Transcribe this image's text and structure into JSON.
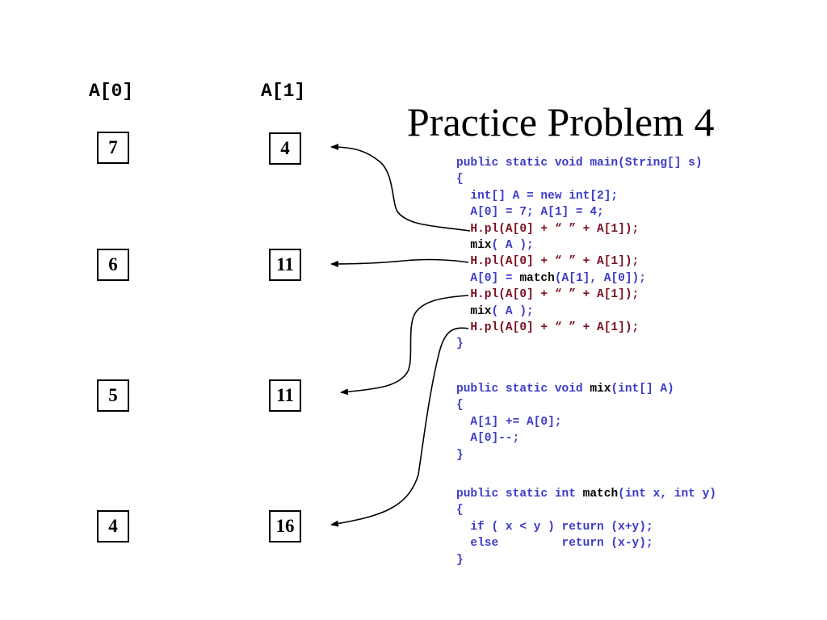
{
  "columns": {
    "a0": "A[0]",
    "a1": "A[1]"
  },
  "rows": [
    {
      "a0": "7",
      "a1": "4"
    },
    {
      "a0": "6",
      "a1": "11"
    },
    {
      "a0": "5",
      "a1": "11"
    },
    {
      "a0": "4",
      "a1": "16"
    }
  ],
  "title": "Practice Problem 4",
  "code": {
    "main": [
      [
        {
          "t": "public static void main(String[] s)"
        }
      ],
      [
        {
          "t": "{"
        }
      ],
      [
        {
          "t": "  int[] A = new int[2];"
        }
      ],
      [
        {
          "t": "  A[0] = 7; A[1] = 4;"
        }
      ],
      [
        {
          "t": "  "
        },
        {
          "t": "H.pl(A[0] + “ ” + A[1]);",
          "c": "hl"
        }
      ],
      [
        {
          "t": "  "
        },
        {
          "t": "mix",
          "c": "blk"
        },
        {
          "t": "( A );"
        }
      ],
      [
        {
          "t": "  "
        },
        {
          "t": "H.pl(A[0] + “ ” + A[1]);",
          "c": "hl"
        }
      ],
      [
        {
          "t": "  A[0] = "
        },
        {
          "t": "match",
          "c": "blk"
        },
        {
          "t": "(A[1], A[0]);"
        }
      ],
      [
        {
          "t": "  "
        },
        {
          "t": "H.pl(A[0] + “ ” + A[1]);",
          "c": "hl"
        }
      ],
      [
        {
          "t": "  "
        },
        {
          "t": "mix",
          "c": "blk"
        },
        {
          "t": "( A );"
        }
      ],
      [
        {
          "t": "  "
        },
        {
          "t": "H.pl(A[0] + “ ” + A[1]);",
          "c": "hl"
        }
      ],
      [
        {
          "t": "}"
        }
      ]
    ],
    "mix": [
      [
        {
          "t": "public static void "
        },
        {
          "t": "mix",
          "c": "blk"
        },
        {
          "t": "(int[] A)"
        }
      ],
      [
        {
          "t": "{"
        }
      ],
      [
        {
          "t": "  A[1] += A[0];"
        }
      ],
      [
        {
          "t": "  A[0]--;"
        }
      ],
      [
        {
          "t": "}"
        }
      ]
    ],
    "match": [
      [
        {
          "t": "public static int "
        },
        {
          "t": "match",
          "c": "blk"
        },
        {
          "t": "(int x, int y)"
        }
      ],
      [
        {
          "t": "{"
        }
      ],
      [
        {
          "t": "  if ( x < y ) return (x+y);"
        }
      ],
      [
        {
          "t": "  else         return (x-y);"
        }
      ],
      [
        {
          "t": "}"
        }
      ]
    ]
  },
  "colors": {
    "code": "#3b3bc7",
    "highlight": "#7a0f1e",
    "text": "#000000"
  }
}
